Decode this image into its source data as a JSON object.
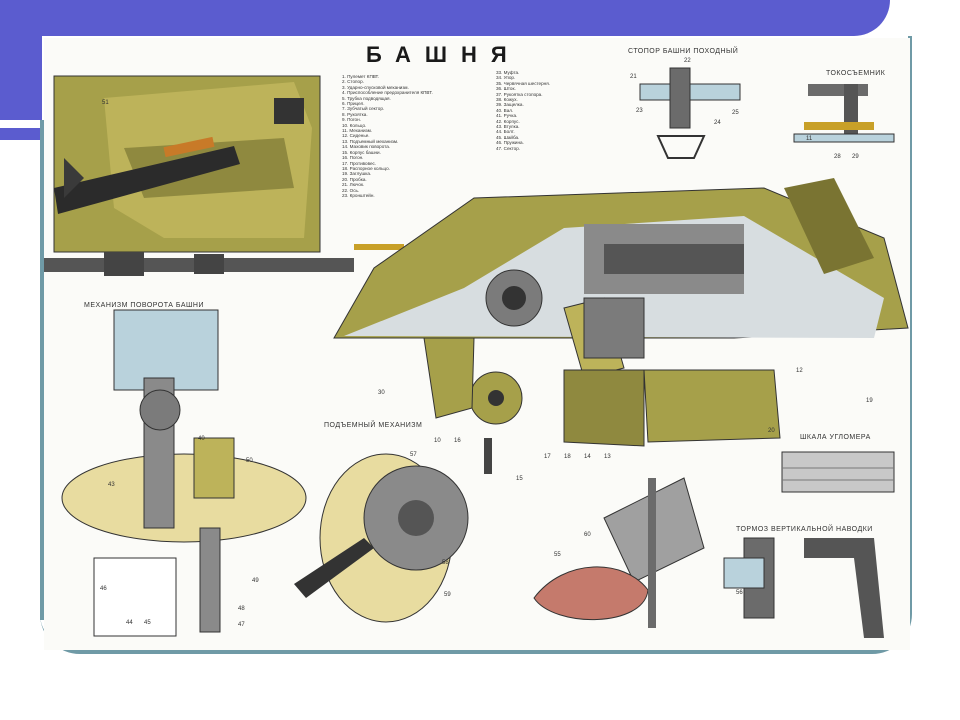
{
  "slide": {
    "colors": {
      "band": "#5b5ccf",
      "frame": "#6f9aa6",
      "olive": "#a6a04a",
      "olive_dark": "#7a7432",
      "steel": "#6b6b6b",
      "blue_metal": "#b9d2dc",
      "cushion": "#c57a6c"
    }
  },
  "poster": {
    "title": "БАШНЯ",
    "sections": {
      "turret_stopper": "СТОПОР БАШНИ ПОХОДНЫЙ",
      "current_collector": "ТОКОСЪЕМНИК",
      "rotation_mechanism": "МЕХАНИЗМ ПОВОРОТА БАШНИ",
      "elevation_mechanism": "ПОДЪЕМНЫЙ МЕХАНИЗМ",
      "elevation_scale": "ШКАЛА УГЛОМЕРА",
      "vertical_brake": "ТОРМОЗ ВЕРТИКАЛЬНОЙ НАВОДКИ"
    },
    "legend_left": [
      "1. Пулемет КПВТ.",
      "2. Стопор.",
      "3. Ударно-спусковой механизм.",
      "4. Приспособление предохранителя КПВТ.",
      "5. Трубка подводящая.",
      "6. Прицел.",
      "7. Зубчатый сектор.",
      "8. Рукоятка.",
      "9. Погон.",
      "10. Кольцо.",
      "11. Механизм.",
      "12. Сиденье.",
      "13. Подъемный механизм.",
      "14. Маховик поворота.",
      "15. Корпус башни.",
      "16. Погон.",
      "17. Противовес.",
      "18. Распорное кольцо.",
      "19. Заглушка.",
      "20. Пробка.",
      "21. Лючок.",
      "22. Ось.",
      "23. Кронштейн."
    ],
    "legend_right": [
      "33. Муфта.",
      "34. Упор.",
      "35. Червячная шестерня.",
      "36. Шток.",
      "37. Рукоятка стопора.",
      "38. Кожух.",
      "39. Защелка.",
      "40. Вал.",
      "41. Ручка.",
      "42. Корпус.",
      "43. Втулка.",
      "44. Болт.",
      "45. Шайба.",
      "46. Пружина.",
      "47. Сектор."
    ],
    "callouts": [
      "51",
      "22",
      "21",
      "23",
      "24",
      "25",
      "28",
      "29",
      "30",
      "11",
      "12",
      "13",
      "14",
      "15",
      "16",
      "17",
      "18",
      "19",
      "20",
      "43",
      "44",
      "45",
      "46",
      "47",
      "48",
      "49",
      "50",
      "57",
      "58",
      "59",
      "60",
      "55",
      "56",
      "10",
      "40"
    ]
  }
}
